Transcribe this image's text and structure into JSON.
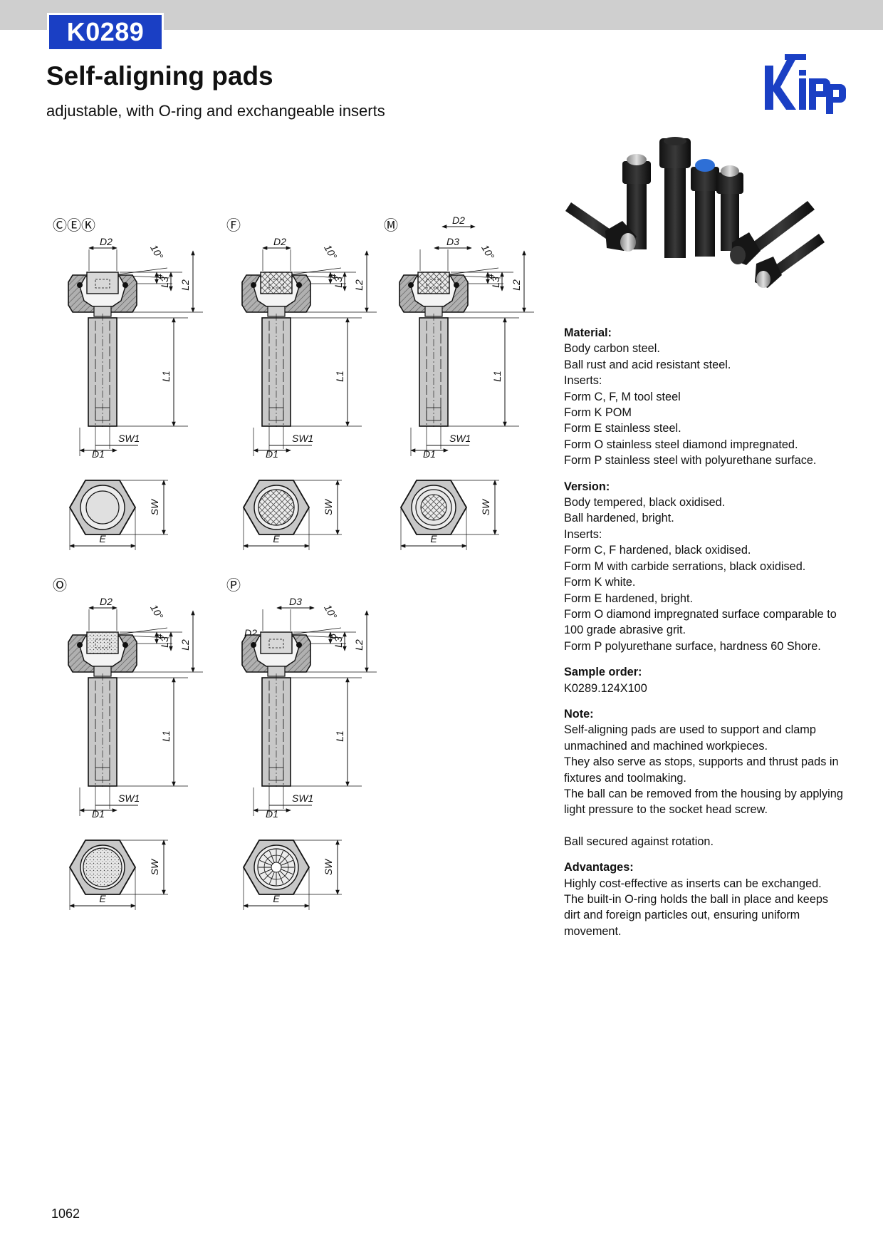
{
  "header": {
    "code": "K0289",
    "title": "Self-aligning pads",
    "subtitle": "adjustable, with O-ring and exchangeable inserts"
  },
  "logo": {
    "name": "Kipp",
    "color": "#1a3fc4"
  },
  "colors": {
    "accent": "#1a3fc4",
    "topbar": "#cfcfcf",
    "hatch": "#8c8c8c",
    "body_fill": "#c8c8c8"
  },
  "drawings": {
    "forms": [
      {
        "label": "ⒸⒺⓀ",
        "top_dims": [
          "D2"
        ]
      },
      {
        "label": "Ⓕ",
        "top_dims": [
          "D2"
        ]
      },
      {
        "label": "Ⓜ",
        "top_dims": [
          "D2",
          "D3"
        ]
      },
      {
        "label": "Ⓞ",
        "top_dims": [
          "D2"
        ]
      },
      {
        "label": "Ⓟ",
        "top_dims": [
          "D3",
          "D2"
        ]
      }
    ],
    "dims": {
      "angle": "10°",
      "h4": "4",
      "h6": "6",
      "L3": "L3",
      "L2": "L2",
      "L1": "L1",
      "SW1": "SW1",
      "D1": "D1",
      "SW": "SW",
      "E": "E"
    }
  },
  "sections": [
    {
      "heading": "Material:",
      "lines": [
        "Body carbon steel.",
        "Ball rust and acid resistant steel.",
        "Inserts:",
        "Form C, F, M tool steel",
        "Form K POM",
        "Form E stainless steel.",
        "Form O stainless steel diamond impregnated.",
        "Form P stainless steel with polyurethane surface."
      ]
    },
    {
      "heading": "Version:",
      "lines": [
        "Body tempered, black oxidised.",
        "Ball hardened, bright.",
        "Inserts:",
        "Form C, F hardened, black oxidised.",
        "Form M with carbide serrations, black oxidised.",
        "Form K white.",
        "Form E hardened, bright.",
        "Form O diamond impregnated surface comparable to",
        "100 grade abrasive grit.",
        "Form P polyurethane surface, hardness 60 Shore."
      ]
    },
    {
      "heading": "Sample order:",
      "lines": [
        "K0289.124X100"
      ]
    },
    {
      "heading": "Note:",
      "lines": [
        "Self-aligning pads are used to support and clamp",
        "unmachined and machined workpieces.",
        "They also serve as stops, supports and thrust pads in",
        "fixtures and toolmaking.",
        "The ball can be removed from the housing by applying",
        "light pressure to the socket head screw.",
        "",
        "Ball secured against rotation."
      ]
    },
    {
      "heading": "Advantages:",
      "lines": [
        "Highly cost-effective as inserts can be exchanged.",
        "The built-in O-ring holds the ball in place and keeps",
        "dirt and foreign particles out, ensuring uniform",
        "movement."
      ]
    }
  ],
  "footer": {
    "page_number": "1062"
  }
}
